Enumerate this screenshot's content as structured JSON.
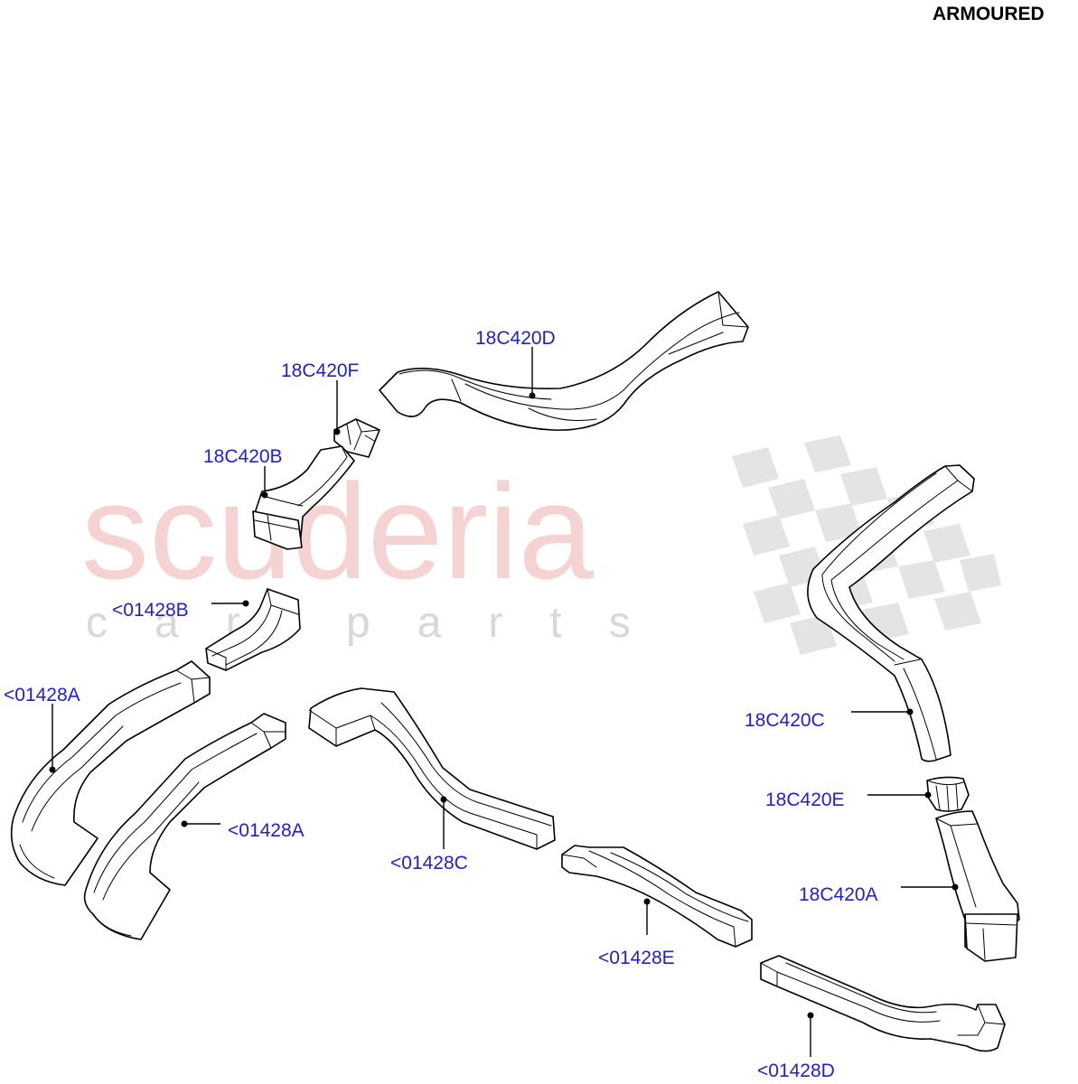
{
  "corner_label": "ARMOURED",
  "watermark": {
    "brand": "scuderia",
    "tagline": "car parts"
  },
  "callouts": {
    "p18C420D": "18C420D",
    "p18C420F": "18C420F",
    "p18C420B": "18C420B",
    "p01428B": "<01428B",
    "p01428A_1": "<01428A",
    "p01428A_2": "<01428A",
    "p01428C": "<01428C",
    "p01428E": "<01428E",
    "p01428D": "<01428D",
    "p18C420C": "18C420C",
    "p18C420E": "18C420E",
    "p18C420A": "18C420A"
  },
  "colors": {
    "callout": "#1f1fd6",
    "watermark_red": "#f5c9c9",
    "watermark_grey": "#e4e4e4",
    "line": "#000000"
  }
}
